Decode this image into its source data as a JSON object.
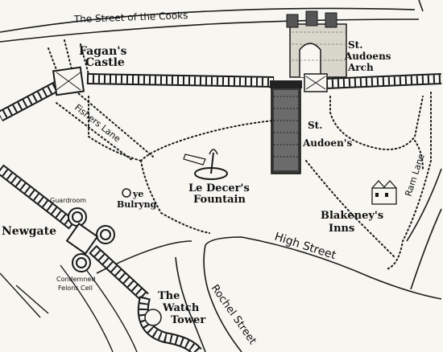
{
  "map": {
    "labels": {
      "street_of_cooks": "The Street of the Cooks",
      "fagans_castle_1": "Fagan's",
      "fagans_castle_2": "Castle",
      "st_audoens_arch_1": "St.",
      "st_audoens_arch_2": "Audoens",
      "st_audoens_arch_3": "Arch",
      "fishers_lane": "Fishers Lane",
      "st_audoens_1": "St.",
      "st_audoens_2": "Audoen's",
      "ram_lane": "Ram Lane",
      "guardroom": "Guardroom",
      "ye_bulryng_1": "ye",
      "ye_bulryng_2": "Bulryng",
      "le_decers_1": "Le Decer's",
      "le_decers_2": "Fountain",
      "blakeneys_1": "Blakeney's",
      "blakeneys_2": "Inns",
      "newgate": "Newgate",
      "high_street": "High Street",
      "condemned_1": "Condemned",
      "condemned_2": "Felons Cell",
      "watch_tower_1": "The",
      "watch_tower_2": "Watch",
      "watch_tower_3": "Tower",
      "rochel_street": "Rochel Street"
    },
    "colors": {
      "ink": "#1a1a1a",
      "paper": "#f7f6f1"
    }
  }
}
